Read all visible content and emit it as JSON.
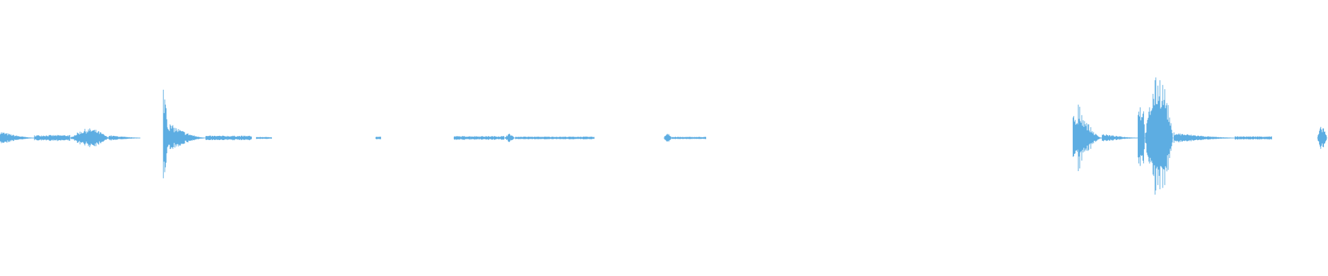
{
  "waveform": {
    "color": "#5DADE2",
    "segments": [
      {
        "start": 0.0,
        "end": 0.026,
        "level": 0.05,
        "shape": "decay"
      },
      {
        "start": 0.026,
        "end": 0.053,
        "level": 0.02,
        "shape": "flat"
      },
      {
        "start": 0.053,
        "end": 0.082,
        "level": 0.07,
        "shape": "bump"
      },
      {
        "start": 0.082,
        "end": 0.106,
        "level": 0.02,
        "shape": "decay"
      },
      {
        "start": 0.123,
        "end": 0.126,
        "level": 0.4,
        "shape": "spike"
      },
      {
        "start": 0.126,
        "end": 0.155,
        "level": 0.12,
        "shape": "decay"
      },
      {
        "start": 0.155,
        "end": 0.19,
        "level": 0.015,
        "shape": "flat"
      },
      {
        "start": 0.193,
        "end": 0.205,
        "level": 0.005,
        "shape": "flat"
      },
      {
        "start": 0.283,
        "end": 0.287,
        "level": 0.008,
        "shape": "flat"
      },
      {
        "start": 0.342,
        "end": 0.38,
        "level": 0.012,
        "shape": "flat"
      },
      {
        "start": 0.38,
        "end": 0.388,
        "level": 0.03,
        "shape": "bump"
      },
      {
        "start": 0.388,
        "end": 0.448,
        "level": 0.008,
        "shape": "flat"
      },
      {
        "start": 0.5,
        "end": 0.506,
        "level": 0.04,
        "shape": "bump"
      },
      {
        "start": 0.506,
        "end": 0.532,
        "level": 0.006,
        "shape": "flat"
      },
      {
        "start": 0.808,
        "end": 0.812,
        "level": 0.18,
        "shape": "spike"
      },
      {
        "start": 0.812,
        "end": 0.83,
        "level": 0.26,
        "shape": "decay"
      },
      {
        "start": 0.83,
        "end": 0.857,
        "level": 0.03,
        "shape": "decay"
      },
      {
        "start": 0.857,
        "end": 0.862,
        "level": 0.3,
        "shape": "spike"
      },
      {
        "start": 0.862,
        "end": 0.884,
        "level": 0.48,
        "shape": "bump"
      },
      {
        "start": 0.884,
        "end": 0.93,
        "level": 0.04,
        "shape": "decay"
      },
      {
        "start": 0.93,
        "end": 0.958,
        "level": 0.01,
        "shape": "flat"
      },
      {
        "start": 0.992,
        "end": 1.0,
        "level": 0.09,
        "shape": "bump"
      }
    ]
  }
}
